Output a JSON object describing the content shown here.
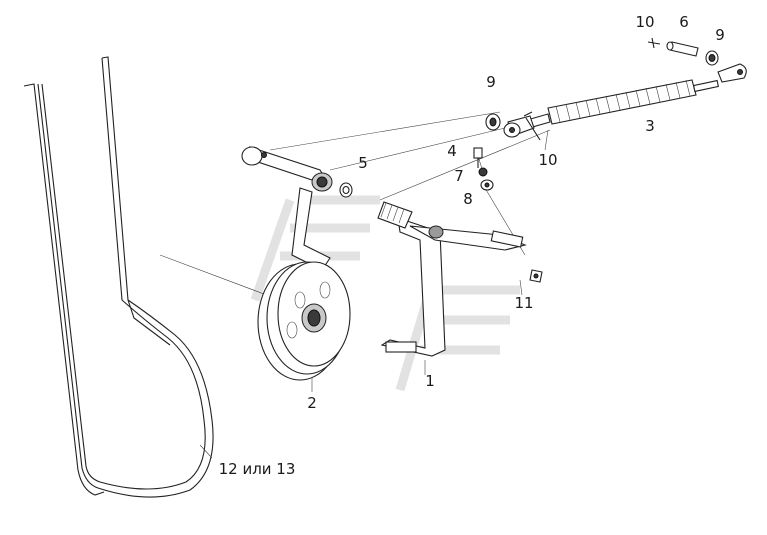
{
  "callouts": [
    {
      "id": "c1",
      "text": "1"
    },
    {
      "id": "c2",
      "text": "2"
    },
    {
      "id": "c3",
      "text": "3"
    },
    {
      "id": "c4",
      "text": "4"
    },
    {
      "id": "c5",
      "text": "5"
    },
    {
      "id": "c6",
      "text": "6"
    },
    {
      "id": "c7",
      "text": "7"
    },
    {
      "id": "c8",
      "text": "8"
    },
    {
      "id": "c9a",
      "text": "9"
    },
    {
      "id": "c9b",
      "text": "9"
    },
    {
      "id": "c10a",
      "text": "10"
    },
    {
      "id": "c10b",
      "text": "10"
    },
    {
      "id": "c11",
      "text": "11"
    },
    {
      "id": "c12",
      "text": "12 или 13"
    }
  ]
}
